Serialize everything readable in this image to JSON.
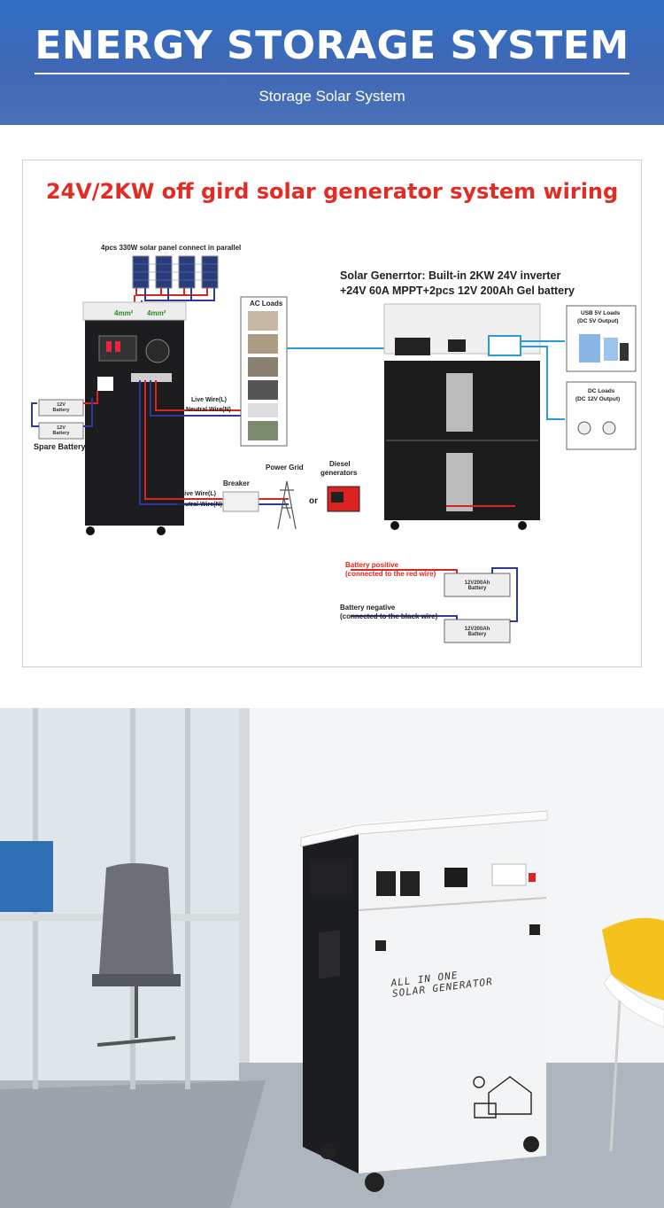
{
  "header": {
    "title": "ENERGY STORAGE SYSTEM",
    "subtitle": "Storage Solar System"
  },
  "diagram": {
    "title": "24V/2KW off gird solar generator system wiring",
    "panel_label": "4pcs 330W solar panel connect in parallel",
    "cable_left": "4mm²",
    "cable_right": "4mm²",
    "spec_line1": "Solar Generrtor: Built-in 2KW 24V inverter",
    "spec_line2": "+24V 60A MPPT+2pcs 12V 200Ah Gel battery",
    "ac_loads": "AC Loads",
    "usb_loads": "USB 5V Loads",
    "usb_output": "(DC 5V Output)",
    "dc_loads": "DC Loads",
    "dc_output": "(DC 12V Output)",
    "live_wire_top": "Live Wire(L)",
    "neutral_wire_top": "Neutral Wire(N)",
    "live_wire_bottom": "Live Wire(L)",
    "neutral_wire_bottom": "Neutral Wire(N)",
    "breaker": "Breaker",
    "power_grid": "Power Grid",
    "or": "or",
    "diesel": "Diesel",
    "generators": "generators",
    "spare_battery": "Spare Battery",
    "battery_12v_a": "12V",
    "battery_12v_b": "Battery",
    "battery_positive": "Battery positive",
    "battery_positive_note": "(connected to the red wire)",
    "battery_negative": "Battery negative",
    "battery_negative_note": "(connected to the black wire)",
    "battery_label_1": "12V200Ah",
    "battery_label_2": "Battery"
  },
  "photo": {
    "product_text_line1": "ALL IN ONE",
    "product_text_line2": "SOLAR GENERATOR"
  },
  "colors": {
    "banner_blue": "#3f68b4",
    "title_red": "#e32b24",
    "wire_blue": "#2b9bd6",
    "wire_red": "#d8261f",
    "wire_navy": "#2d3a9a"
  }
}
